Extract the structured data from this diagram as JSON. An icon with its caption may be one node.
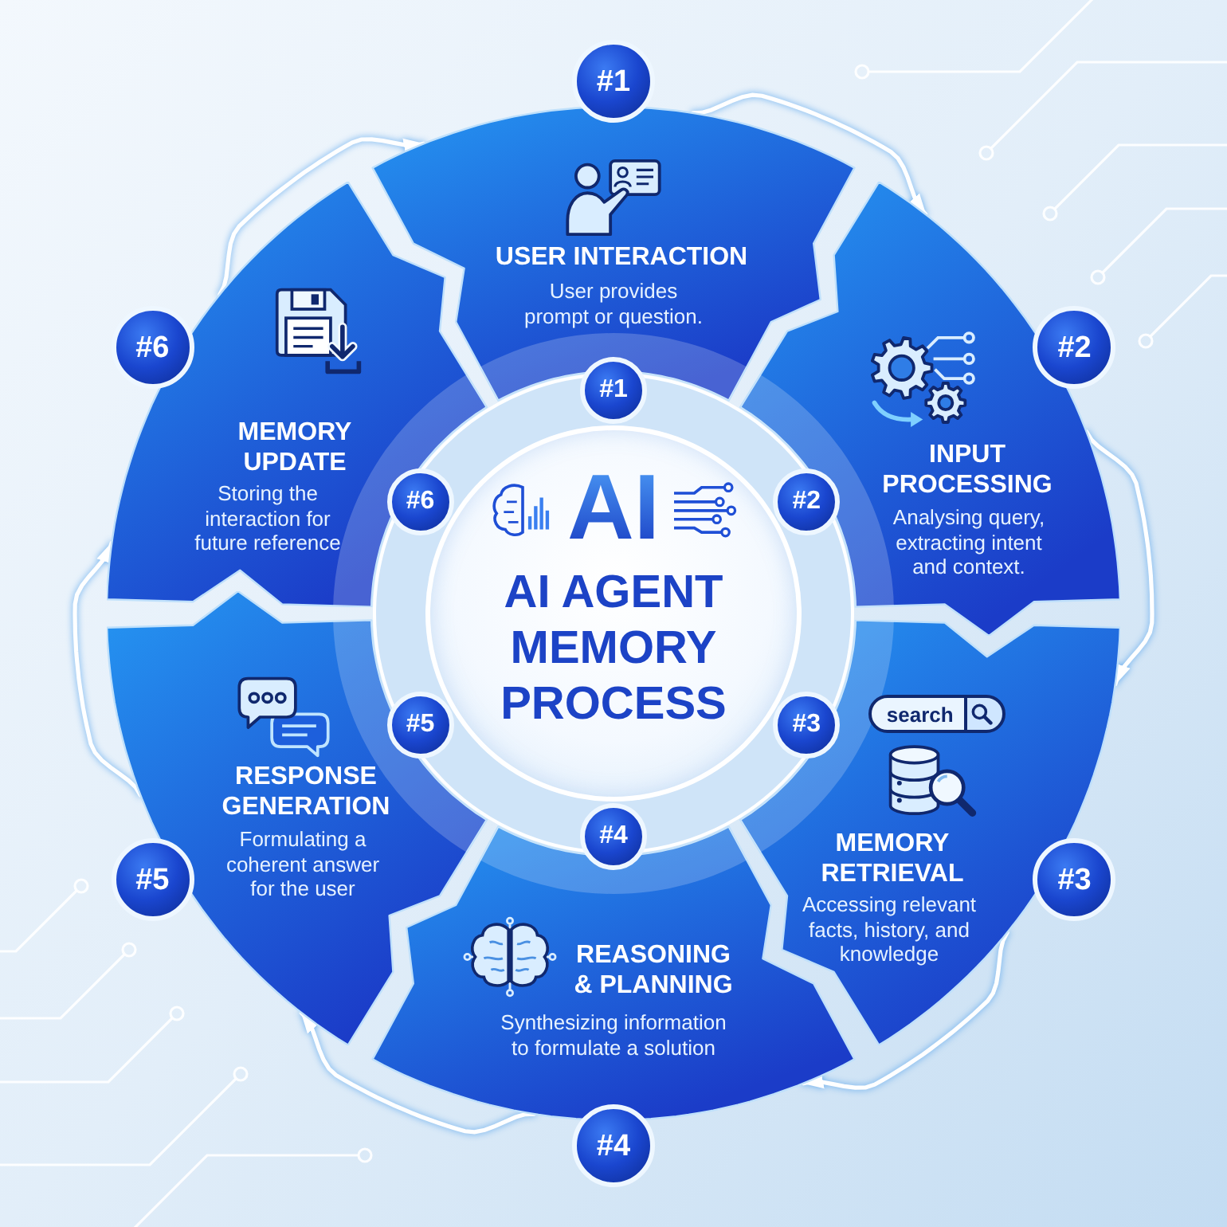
{
  "diagram": {
    "nodes": [
      {
        "text": [
          "AI",
          "AI AGENT MEMORY PROCESS"
        ]
      },
      {
        "text": [
          "USER INTERACTION",
          "User provides prompt or question."
        ]
      },
      {
        "text": [
          "INPUT PROCESSING",
          "Analysing query, extracting intent and context."
        ]
      },
      {
        "text": [
          "MEMORY RETRIEVAL",
          "Accessing relevant facts, history, and knowledge"
        ]
      },
      {
        "text": [
          "REASONING & PLANNING",
          "Synthesizing information to formulate a solution"
        ]
      },
      {
        "text": [
          "RESPONSE GENERATION",
          "Formulating a coherent answer for the user"
        ]
      },
      {
        "text": [
          "MEMORY UPDATE",
          "Storing the interaction for future reference"
        ]
      },
      {
        "text": [
          "search"
        ],
        "in": 3
      },
      {
        "text": [
          "#1"
        ]
      },
      {
        "text": [
          "#2"
        ]
      },
      {
        "text": [
          "#3"
        ]
      },
      {
        "text": [
          "#4"
        ]
      },
      {
        "text": [
          "#5"
        ]
      },
      {
        "text": [
          "#6"
        ]
      },
      {
        "text": [
          "#1"
        ]
      },
      {
        "text": [
          "#2"
        ]
      },
      {
        "text": [
          "#3"
        ]
      },
      {
        "text": [
          "#4"
        ]
      },
      {
        "text": [
          "#5"
        ]
      },
      {
        "text": [
          "#6"
        ]
      }
    ],
    "edges": [
      {
        "from": 1,
        "to": 2,
        "arrow": "to"
      },
      {
        "from": 2,
        "to": 3,
        "arrow": "to"
      },
      {
        "from": 3,
        "to": 4,
        "arrow": "to"
      },
      {
        "from": 4,
        "to": 5,
        "arrow": "to"
      },
      {
        "from": 5,
        "to": 6,
        "arrow": "to"
      },
      {
        "from": 6,
        "to": 1,
        "arrow": "to"
      }
    ]
  }
}
